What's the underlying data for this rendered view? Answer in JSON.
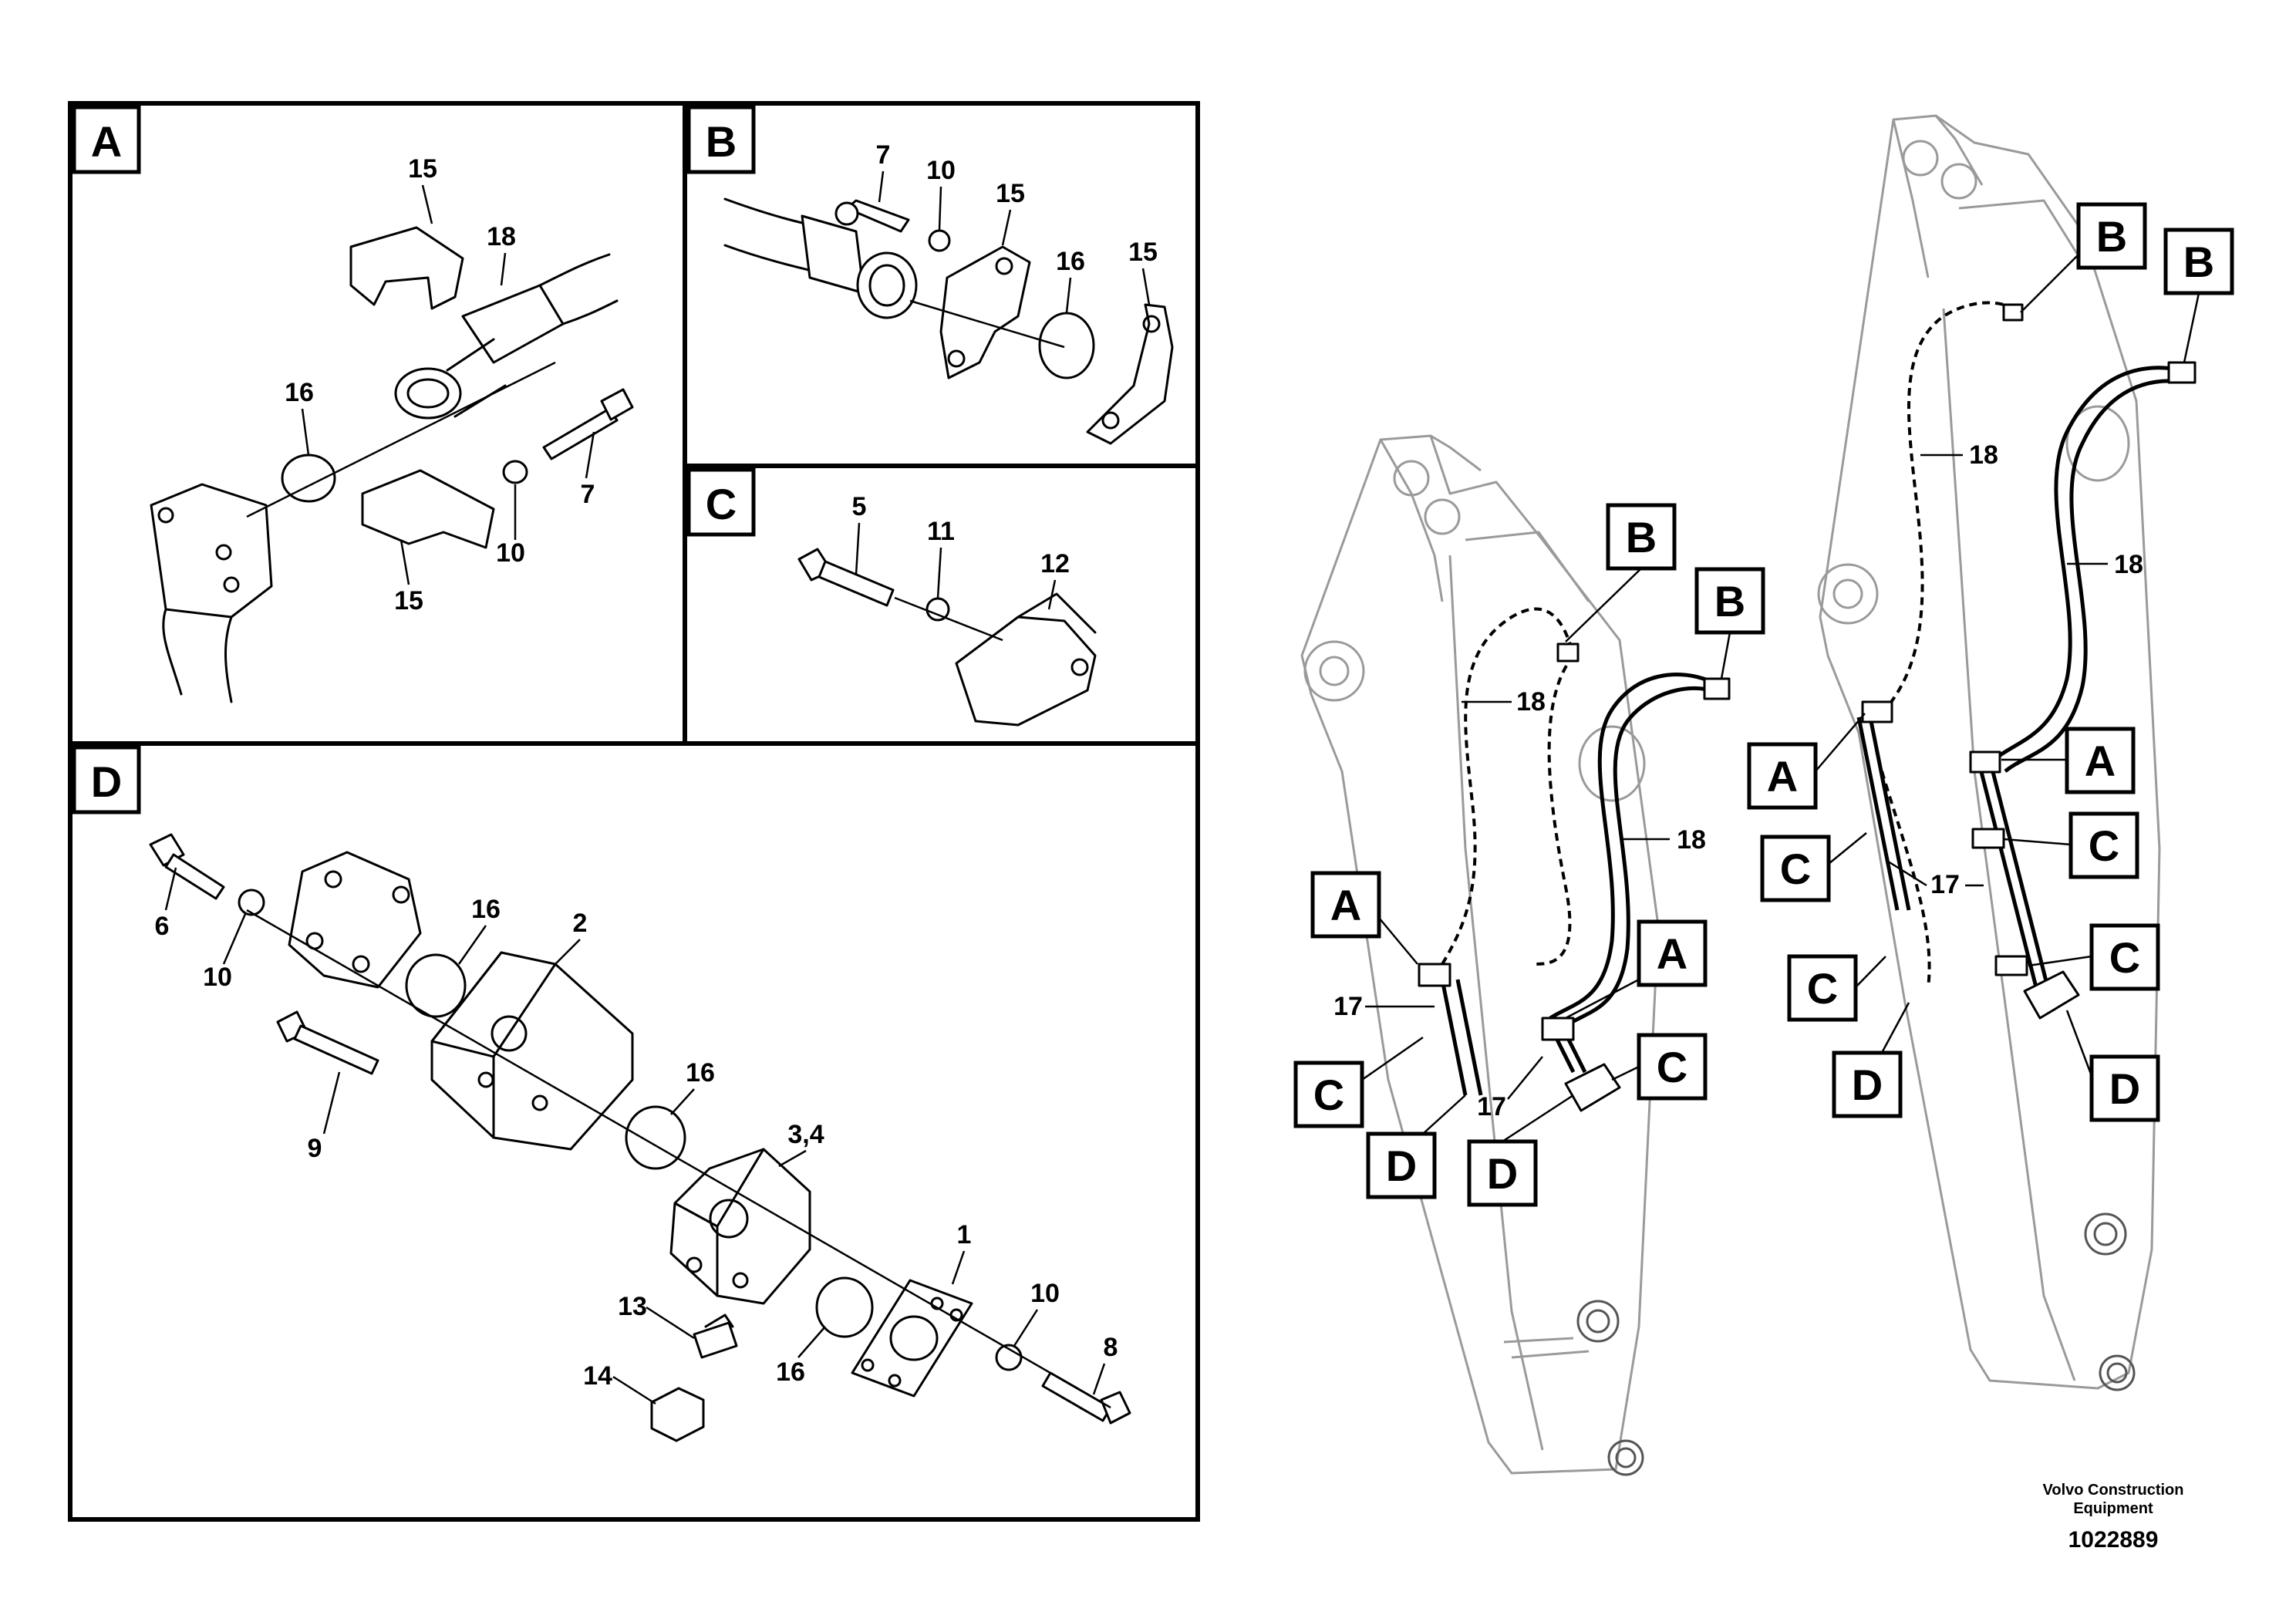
{
  "panels": {
    "A": {
      "letter": "A",
      "callouts": [
        "15",
        "18",
        "16",
        "7",
        "10",
        "15"
      ]
    },
    "B": {
      "letter": "B",
      "callouts": [
        "7",
        "10",
        "15",
        "16",
        "15"
      ]
    },
    "C": {
      "letter": "C",
      "callouts": [
        "5",
        "11",
        "12"
      ]
    },
    "D": {
      "letter": "D",
      "callouts": [
        "6",
        "10",
        "16",
        "2",
        "9",
        "16",
        "3,4",
        "1",
        "13",
        "10",
        "8",
        "14",
        "16"
      ]
    }
  },
  "overview": {
    "left_boom": {
      "tags": [
        "B",
        "B",
        "A",
        "A",
        "C",
        "C",
        "D",
        "D"
      ],
      "callouts": [
        "18",
        "18",
        "17",
        "17"
      ]
    },
    "right_boom": {
      "tags": [
        "B",
        "B",
        "A",
        "A",
        "C",
        "C",
        "C",
        "C",
        "D",
        "D"
      ],
      "callouts": [
        "18",
        "18",
        "17"
      ]
    }
  },
  "footer": {
    "brand_line1": "Volvo Construction",
    "brand_line2": "Equipment",
    "drawing_number": "1022889"
  }
}
